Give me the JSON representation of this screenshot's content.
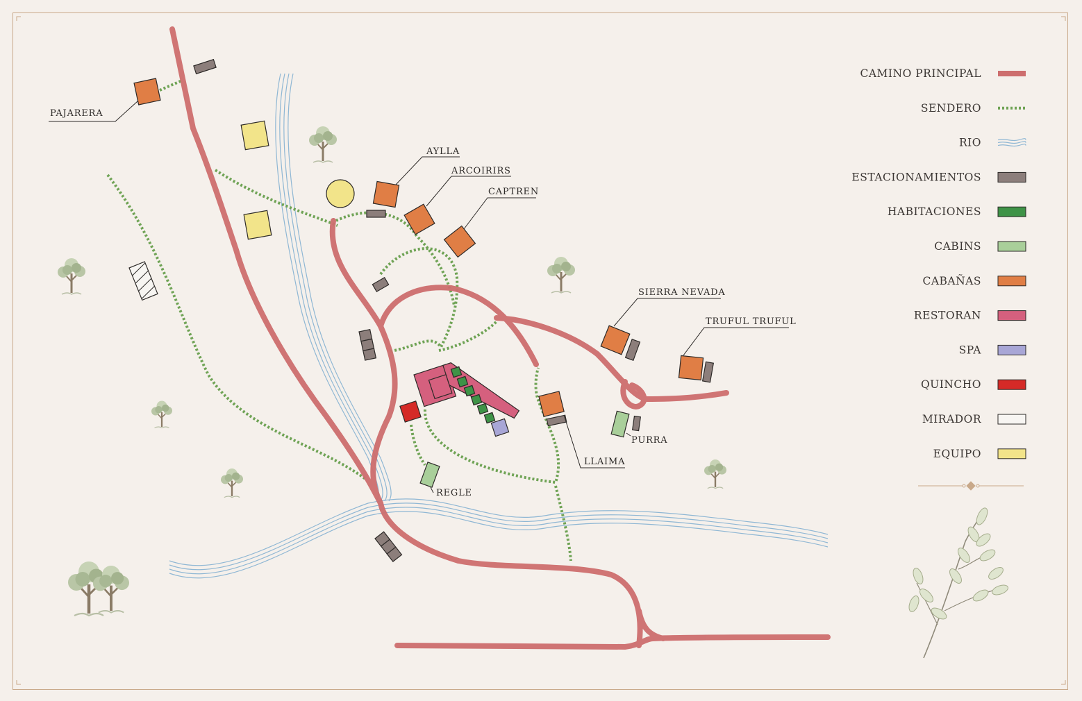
{
  "legend": {
    "items": [
      {
        "key": "camino",
        "label": "CAMINO PRINCIPAL",
        "color": "#cd6e6e",
        "style": "road"
      },
      {
        "key": "sendero",
        "label": "SENDERO",
        "color": "#6fa355",
        "style": "dotted"
      },
      {
        "key": "rio",
        "label": "RIO",
        "color": "#8fb7d4",
        "style": "river"
      },
      {
        "key": "estacionamientos",
        "label": "ESTACIONAMIENTOS",
        "color": "#8c7e7b",
        "style": "box"
      },
      {
        "key": "habitaciones",
        "label": "HABITACIONES",
        "color": "#3e9347",
        "style": "box"
      },
      {
        "key": "cabins",
        "label": "CABINS",
        "color": "#a9cf9a",
        "style": "box"
      },
      {
        "key": "cabanas",
        "label": "CABAÑAS",
        "color": "#e07e45",
        "style": "box"
      },
      {
        "key": "restoran",
        "label": "RESTORAN",
        "color": "#d5607e",
        "style": "box"
      },
      {
        "key": "spa",
        "label": "SPA",
        "color": "#a8a6d6",
        "style": "box"
      },
      {
        "key": "quincho",
        "label": "QUINCHO",
        "color": "#d52a27",
        "style": "box"
      },
      {
        "key": "mirador",
        "label": "MIRADOR",
        "color": "#f7f5f2",
        "style": "box"
      },
      {
        "key": "equipo",
        "label": "EQUIPO",
        "color": "#f2e48a",
        "style": "box"
      }
    ]
  },
  "places": {
    "pajarera": "PAJARERA",
    "aylla": "AYLLA",
    "arcoirirs": "ARCOIRIRS",
    "captren": "CAPTREN",
    "sierra_nevada": "SIERRA NEVADA",
    "truful_truful": "TRUFUL TRUFUL",
    "purra": "PURRA",
    "llaima": "LLAIMA",
    "regle": "REGLE"
  },
  "icons": {
    "tree": "tree-icon",
    "sprig": "leaf-sprig-icon",
    "ornament": "divider-ornament-icon"
  }
}
